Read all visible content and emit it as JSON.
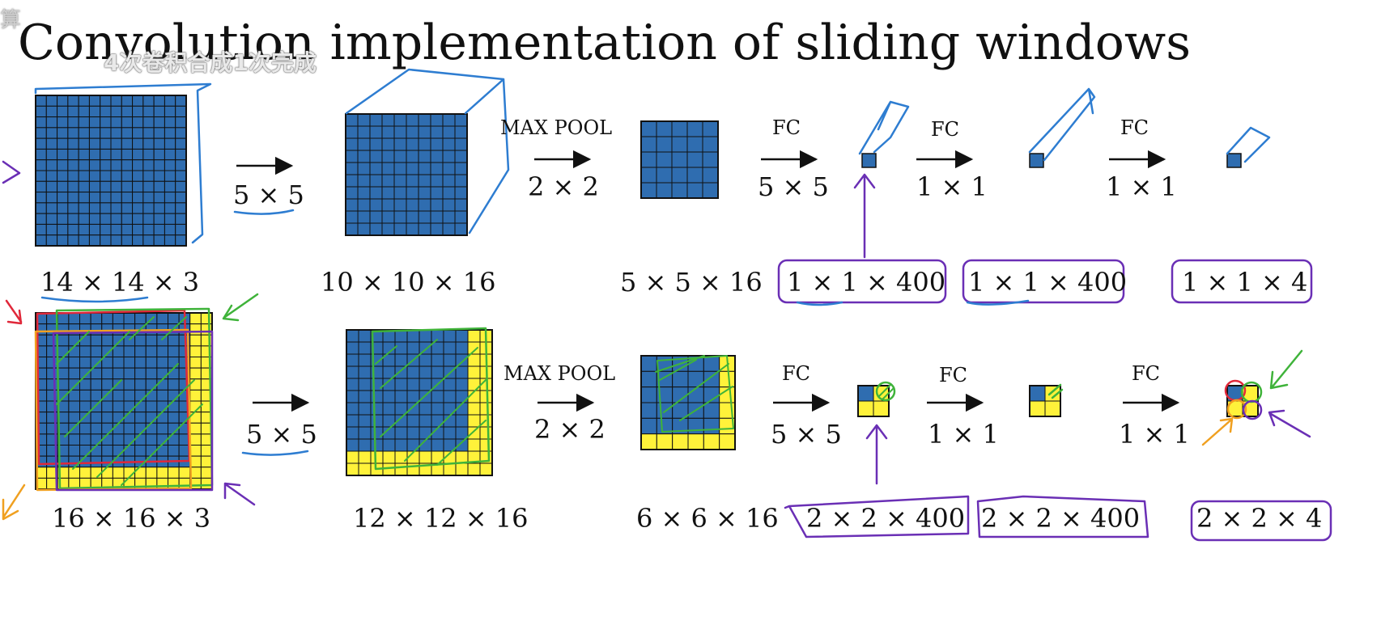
{
  "slide": {
    "title": "Convolution implementation of sliding windows",
    "subtitle_overlay": "4次卷积合成1次完成",
    "corner_fragment": "算"
  },
  "top_row": {
    "input_dims": "14 × 14  × 3",
    "conv1": "5 × 5",
    "layer1_dims": "10 × 10 × 16",
    "pool_label": "MAX POOL",
    "pool_size": "2 × 2",
    "layer2_dims": "5 × 5 × 16",
    "fc1_label": "FC",
    "fc1_size": "5 × 5",
    "fc1_dims": "1 × 1 × 400",
    "fc2_label": "FC",
    "fc2_size": "1 × 1",
    "fc2_dims": "1 × 1 × 400",
    "fc3_label": "FC",
    "fc3_size": "1 × 1",
    "out_dims": "1 × 1 × 4"
  },
  "bottom_row": {
    "input_dims": "16 × 16 × 3",
    "conv1": "5 × 5",
    "layer1_dims": "12 × 12 × 16",
    "pool_label": "MAX POOL",
    "pool_size": "2 × 2",
    "layer2_dims": "6 × 6 × 16",
    "fc1_label": "FC",
    "fc1_size": "5 × 5",
    "fc1_dims": "2 × 2 × 400",
    "fc2_label": "FC",
    "fc2_size": "1 × 1",
    "fc2_dims": "2 × 2 × 400",
    "fc3_label": "FC",
    "fc3_size": "1 × 1",
    "out_dims": "2 × 2 × 4"
  },
  "colors": {
    "blue": "#2f6db0",
    "yellow": "#fff23a",
    "grid_line": "#111111",
    "ink_blue": "#2e7dd1",
    "ink_purple": "#6a2fb5",
    "ink_green": "#3fb33a",
    "ink_red": "#e0283a",
    "ink_orange": "#f0a020"
  }
}
